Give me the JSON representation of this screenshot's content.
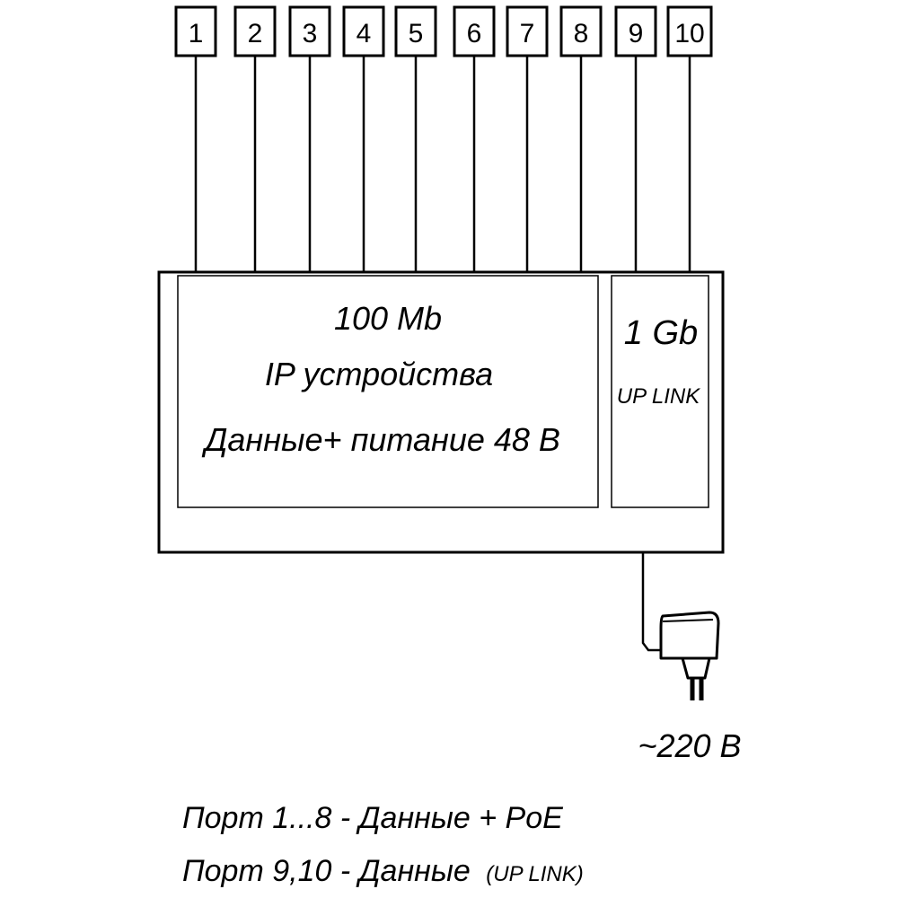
{
  "ports": [
    {
      "label": "1"
    },
    {
      "label": "2"
    },
    {
      "label": "3"
    },
    {
      "label": "4"
    },
    {
      "label": "5"
    },
    {
      "label": "6"
    },
    {
      "label": "7"
    },
    {
      "label": "8"
    },
    {
      "label": "9"
    },
    {
      "label": "10"
    }
  ],
  "main_section": {
    "speed": "100 Mb",
    "devices": "IP устройства",
    "power": "Данные+ питание 48 В"
  },
  "uplink_section": {
    "speed": "1 Gb",
    "label": "UP LINK"
  },
  "adapter": {
    "voltage": "~220 В"
  },
  "legend": {
    "line1": "Порт 1...8 - Данные + PoE",
    "line2_main": "Порт 9,10 - Данные ",
    "line2_small": "(UP LINK)"
  }
}
